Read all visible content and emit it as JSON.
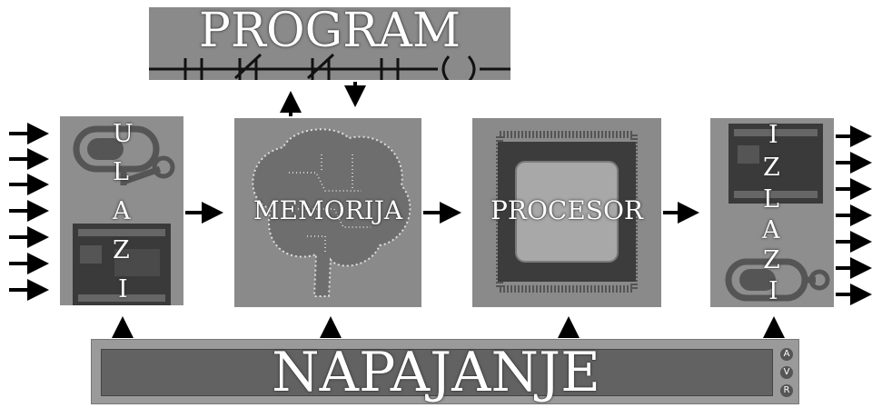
{
  "program": {
    "label": "PROGRAM"
  },
  "inputs": {
    "letters": [
      "U",
      "L",
      "A",
      "Z",
      "I"
    ]
  },
  "memory": {
    "label": "MEMORIJA"
  },
  "processor": {
    "label": "PROCESOR"
  },
  "outputs": {
    "letters": [
      "I",
      "Z",
      "L",
      "A",
      "Z",
      "I"
    ]
  },
  "power": {
    "label": "NAPAJANJE",
    "badges": [
      "A",
      "V",
      "R"
    ]
  },
  "colors": {
    "block": "#8c8c8c",
    "block_dark": "#5e5e5e",
    "arrow": "#000000",
    "text": "#ffffff"
  },
  "icons": [
    "ladder-logic-icon",
    "brain-circuit-icon",
    "cpu-chip-icon",
    "plc-module-icon",
    "sensor-icon"
  ]
}
